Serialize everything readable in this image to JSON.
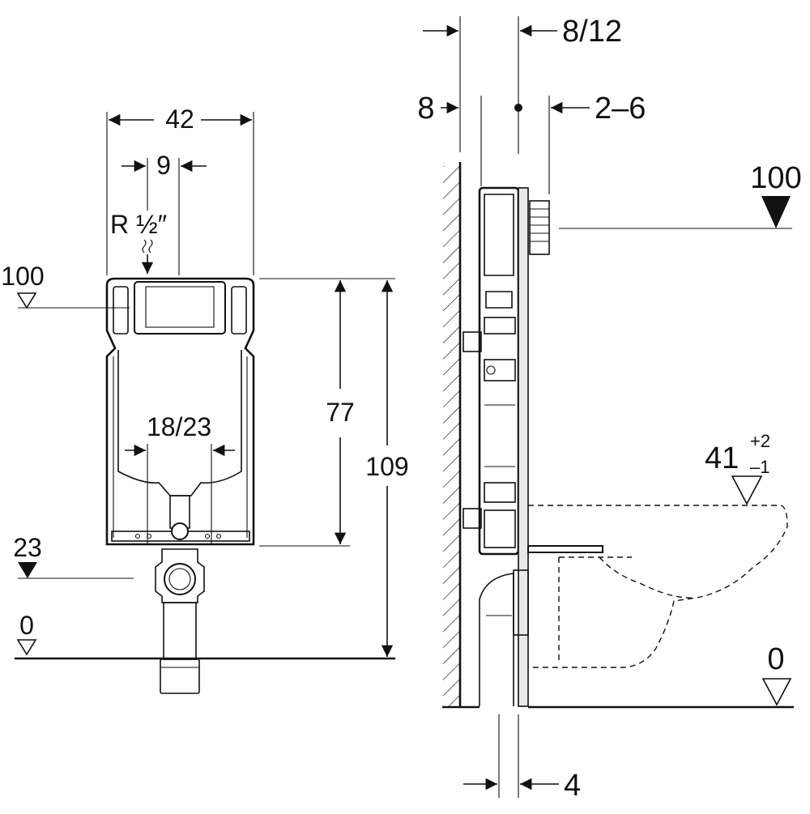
{
  "front_view": {
    "width_total": "42",
    "width_inlet": "9",
    "inlet_thread": "R ½″",
    "level_top_ref": "100",
    "drain_spacing": "18/23",
    "height_frame": "77",
    "height_total": "109",
    "level_drain": "23",
    "level_floor": "0"
  },
  "side_view": {
    "depth_top": "8/12",
    "wall_gap": "8",
    "panel_depth": "2–6",
    "level_top_ref": "100",
    "seat_height": "41",
    "seat_tol_plus": "+2",
    "seat_tol_minus": "–1",
    "level_floor": "0",
    "bottom_dim": "4"
  }
}
